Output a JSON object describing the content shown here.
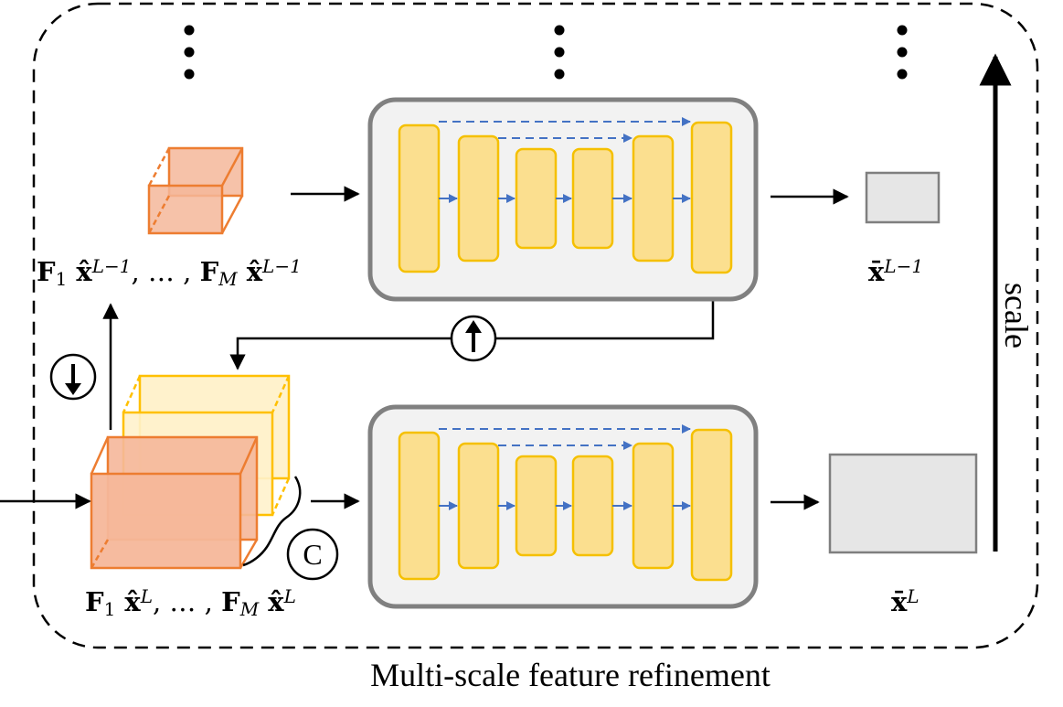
{
  "caption": "Multi-scale feature refinement",
  "scale_label": "scale",
  "concat_symbol": "C",
  "labels": {
    "low_res_input": {
      "parts": [
        {
          "t": "F",
          "s": "bold"
        },
        {
          "t": "1",
          "s": "sub"
        },
        {
          "t": " x̂",
          "s": "bold"
        },
        {
          "t": "L−1",
          "s": "sup"
        },
        {
          "t": ", … , ",
          "s": "normal"
        },
        {
          "t": "F",
          "s": "bold"
        },
        {
          "t": "M",
          "s": "sub-it"
        },
        {
          "t": " x̂",
          "s": "bold"
        },
        {
          "t": "L−1",
          "s": "sup"
        }
      ]
    },
    "high_res_input": {
      "parts": [
        {
          "t": "F",
          "s": "bold"
        },
        {
          "t": "1",
          "s": "sub"
        },
        {
          "t": " x̂",
          "s": "bold"
        },
        {
          "t": "L",
          "s": "sup"
        },
        {
          "t": ", … , ",
          "s": "normal"
        },
        {
          "t": "F",
          "s": "bold"
        },
        {
          "t": "M",
          "s": "sub-it"
        },
        {
          "t": " x̂",
          "s": "bold"
        },
        {
          "t": "L",
          "s": "sup"
        }
      ]
    },
    "low_res_output": {
      "parts": [
        {
          "t": "x̄",
          "s": "bold"
        },
        {
          "t": "L−1",
          "s": "sup"
        }
      ]
    },
    "high_res_output": {
      "parts": [
        {
          "t": "x̄",
          "s": "bold"
        },
        {
          "t": "L",
          "s": "sup"
        }
      ]
    }
  },
  "colors": {
    "unet_fill": "#f2f2f2",
    "unet_border": "#808080",
    "block_fill": "#fbdf8f",
    "block_border": "#f5c000",
    "skip_arrow": "#4472c4",
    "orange_face": "#f5b79a",
    "orange_edge": "#ed7d31",
    "yellow_face": "#fff2cc",
    "yellow_edge": "#ffc000",
    "output_fill": "#e6e6e6",
    "output_border": "#7f7f7f"
  },
  "icons": {
    "downsample": "down-arrow-circle-icon",
    "upsample": "up-arrow-circle-icon",
    "concat": "concat-circle-icon"
  }
}
